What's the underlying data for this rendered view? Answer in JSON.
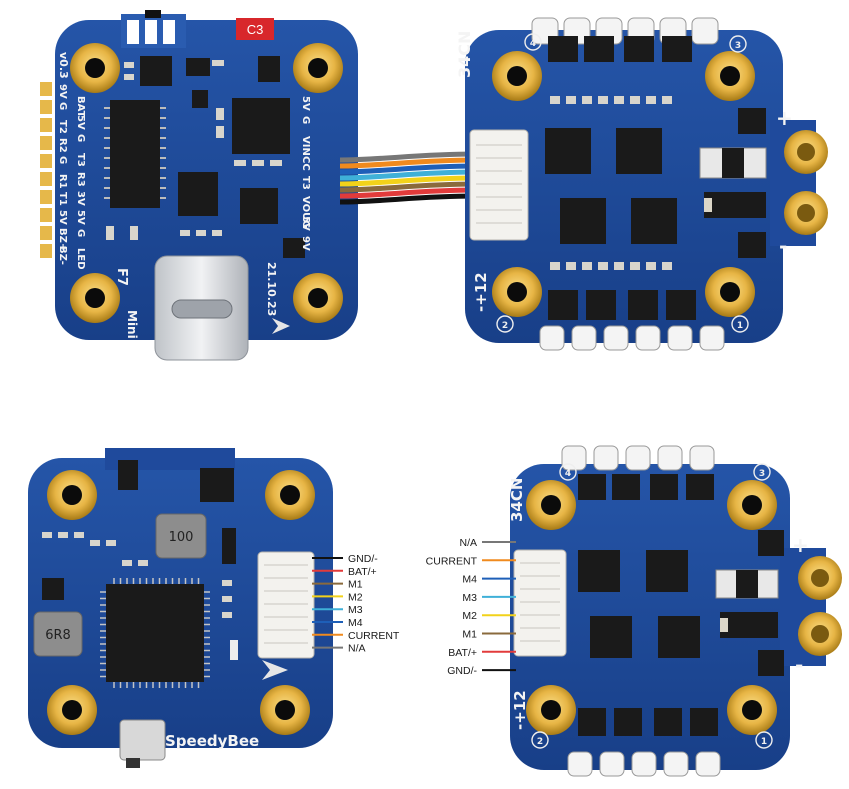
{
  "colors": {
    "pcb_blue": "#1f4a9c",
    "pcb_blue_dark": "#17397a",
    "gold": "#e8b84a",
    "gold_dark": "#b88a1c",
    "chip": "#1b1b1b",
    "connector": "#f2f2ee"
  },
  "top_fc": {
    "version": "v0.3",
    "model_left": "F7",
    "model_right": "Mini",
    "date": "21.10.23",
    "c3_label": "C3",
    "left_pins": [
      "9V",
      "G",
      "T2",
      "R2",
      "G",
      "R1",
      "T1",
      "5V",
      "BZ+",
      "BZ-"
    ],
    "mid_pins": [
      "BAT",
      "5V",
      "G",
      "T3",
      "R3",
      "3V",
      "5V",
      "G",
      "LED"
    ],
    "right_pins": [
      "5V",
      "G",
      "VIN",
      "CC",
      "T3",
      "VOUG",
      "5V",
      "9V"
    ]
  },
  "top_esc": {
    "label": "34CN",
    "side_label": "-+12",
    "plus": "+",
    "minus": "-",
    "corner_numbers": [
      "4",
      "3",
      "2",
      "1"
    ]
  },
  "bottom_fc": {
    "brand": "SpeedyBee",
    "inductor_1": "100",
    "inductor_2": "6R8",
    "wire_labels": [
      "GND/-",
      "BAT/+",
      "M1",
      "M2",
      "M3",
      "M4",
      "CURRENT",
      "N/A"
    ],
    "wire_colors": [
      "#111111",
      "#e23b3b",
      "#8a6a3c",
      "#f2d21a",
      "#3fb0d8",
      "#1e5fb8",
      "#f08a1e",
      "#777777"
    ]
  },
  "bottom_esc": {
    "label": "34CN",
    "side_label": "-+12",
    "plus": "+",
    "minus": "-",
    "corner_numbers": [
      "4",
      "3",
      "2",
      "1"
    ],
    "wire_labels": [
      "N/A",
      "CURRENT",
      "M4",
      "M3",
      "M2",
      "M1",
      "BAT/+",
      "GND/-"
    ],
    "wire_colors": [
      "#777777",
      "#f08a1e",
      "#1e5fb8",
      "#3fb0d8",
      "#f2d21a",
      "#8a6a3c",
      "#e23b3b",
      "#111111"
    ]
  },
  "ribbon_colors": [
    "#777777",
    "#f08a1e",
    "#1e5fb8",
    "#3fb0d8",
    "#f2d21a",
    "#8a6a3c",
    "#e23b3b",
    "#111111"
  ]
}
